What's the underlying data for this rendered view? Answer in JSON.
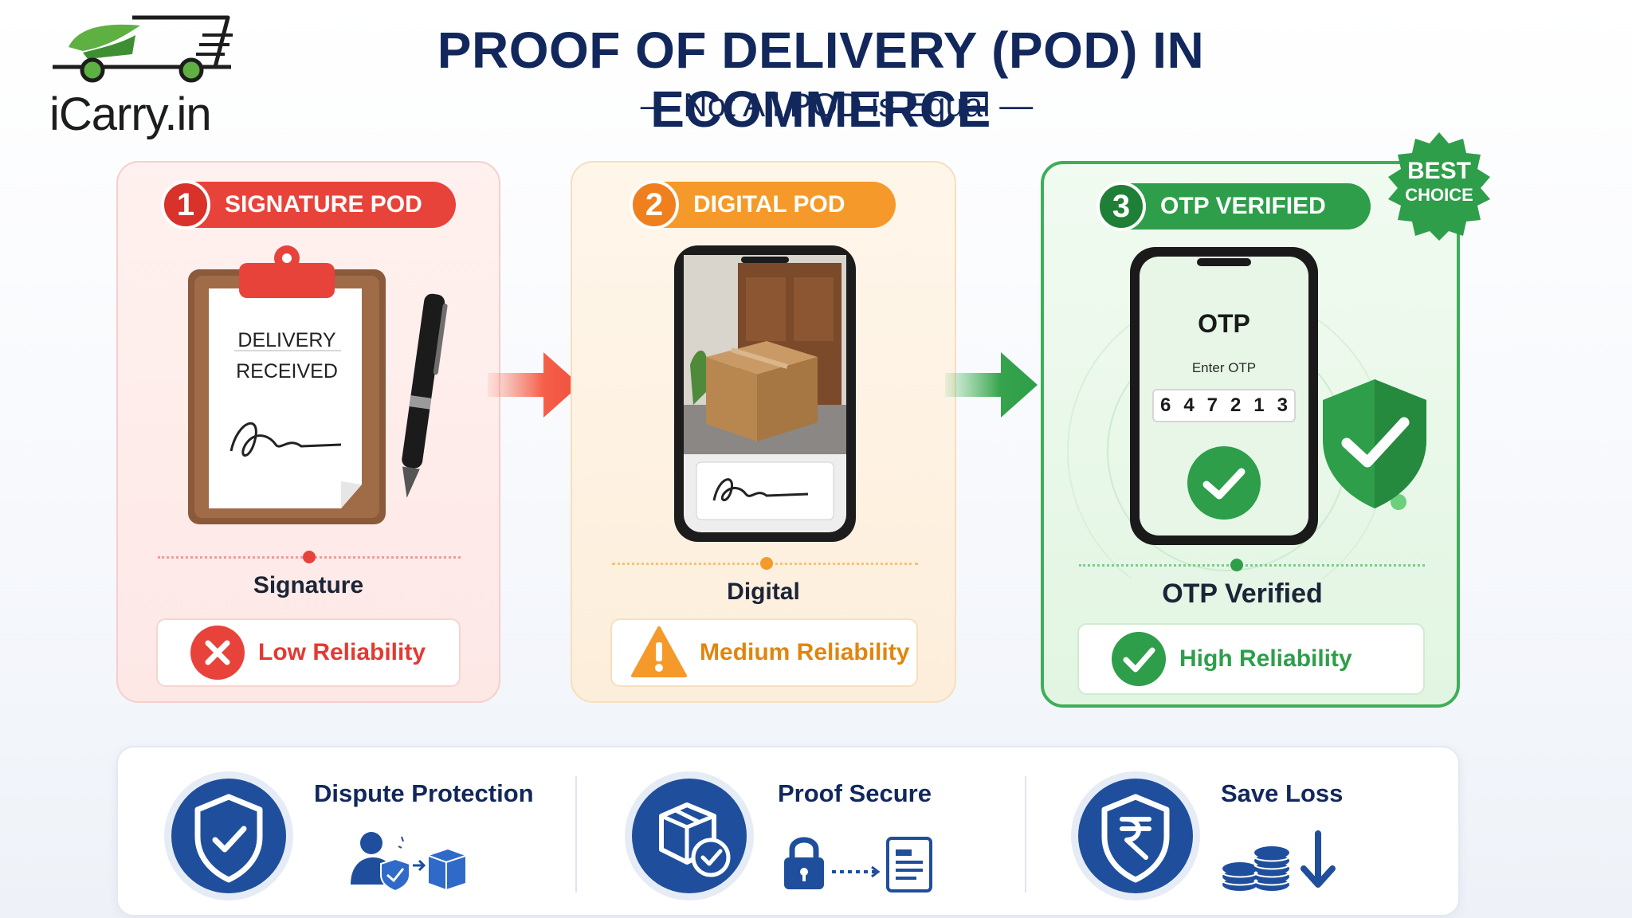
{
  "brand": {
    "logo_text": "iCarry.in"
  },
  "header": {
    "title": "PROOF OF DELIVERY (POD) IN ECOMMERCE",
    "subtitle": "— Not All POD is Equal —"
  },
  "cards": [
    {
      "number": "1",
      "badge": "SIGNATURE POD",
      "clipboard_line1": "DELIVERY",
      "clipboard_line2": "RECEIVED",
      "label": "Signature",
      "reliability": "Low Reliability",
      "color": "#e8433b"
    },
    {
      "number": "2",
      "badge": "DIGITAL POD",
      "label": "Digital",
      "reliability": "Medium Reliability",
      "color": "#f59a2a"
    },
    {
      "number": "3",
      "badge": "OTP VERIFIED",
      "otp_title": "OTP",
      "otp_prompt": "Enter OTP",
      "otp_digits": [
        "6",
        "4",
        "7",
        "2",
        "1",
        "3"
      ],
      "label": "OTP Verified",
      "reliability": "High Reliability",
      "color": "#2e9e4a"
    }
  ],
  "best_choice": {
    "line1": "BEST",
    "line2": "CHOICE"
  },
  "features": [
    {
      "title": "Dispute Protection",
      "icon": "shield-check-icon"
    },
    {
      "title": "Proof Secure",
      "icon": "box-check-icon"
    },
    {
      "title": "Save Loss",
      "icon": "rupee-shield-icon"
    }
  ],
  "colors": {
    "navy": "#12285c",
    "red": "#e8433b",
    "orange": "#f59a2a",
    "green": "#2e9e4a",
    "blue": "#1f4f9c"
  }
}
